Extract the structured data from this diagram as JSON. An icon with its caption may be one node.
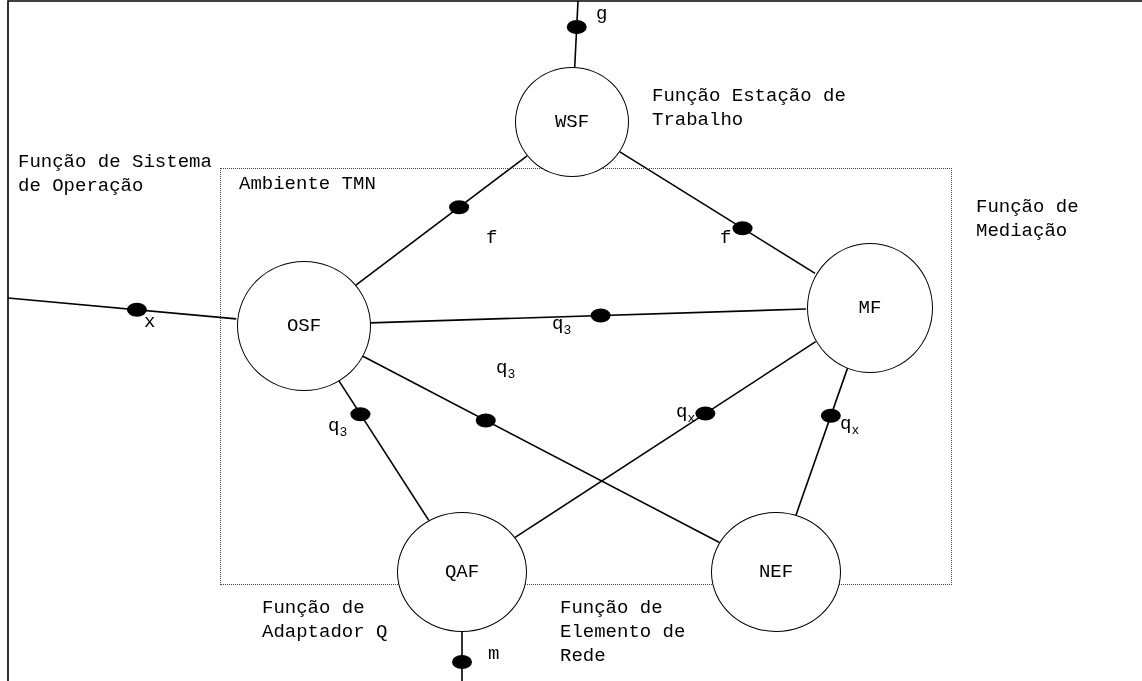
{
  "diagram": {
    "nodes": [
      {
        "text": [
          "Ambiente TMN"
        ]
      },
      {
        "text": [
          "WSF"
        ],
        "beside": [
          "Função Estação de Trabalho"
        ]
      },
      {
        "text": [
          "OSF"
        ],
        "in": 0,
        "beside": [
          "Função de Sistema de Operação"
        ]
      },
      {
        "text": [
          "MF"
        ],
        "in": 0,
        "beside": [
          "Função de Mediação"
        ]
      },
      {
        "text": [
          "QAF"
        ],
        "beside": [
          "Função de Adaptador Q"
        ]
      },
      {
        "text": [
          "NEF"
        ],
        "beside": [
          "Função de Elemento de Rede"
        ]
      }
    ],
    "edges": [
      {
        "from": null,
        "to": 1,
        "arrow": "none",
        "label": "g"
      },
      {
        "from": 1,
        "to": 2,
        "arrow": "none",
        "label": "f"
      },
      {
        "from": 1,
        "to": 3,
        "arrow": "none",
        "label": "f"
      },
      {
        "from": 2,
        "to": 3,
        "arrow": "none",
        "label": "q$_{3}$"
      },
      {
        "from": null,
        "to": 2,
        "arrow": "none",
        "label": "x"
      },
      {
        "from": 2,
        "to": 4,
        "arrow": "none",
        "label": "q$_{3}$"
      },
      {
        "from": 2,
        "to": 5,
        "arrow": "none",
        "label": "q$_{3}$"
      },
      {
        "from": 4,
        "to": 3,
        "arrow": "none",
        "label": "q$_{x}$"
      },
      {
        "from": 3,
        "to": 5,
        "arrow": "none",
        "label": "q$_{x}$"
      },
      {
        "from": 4,
        "to": null,
        "arrow": "none",
        "label": "m"
      }
    ]
  }
}
